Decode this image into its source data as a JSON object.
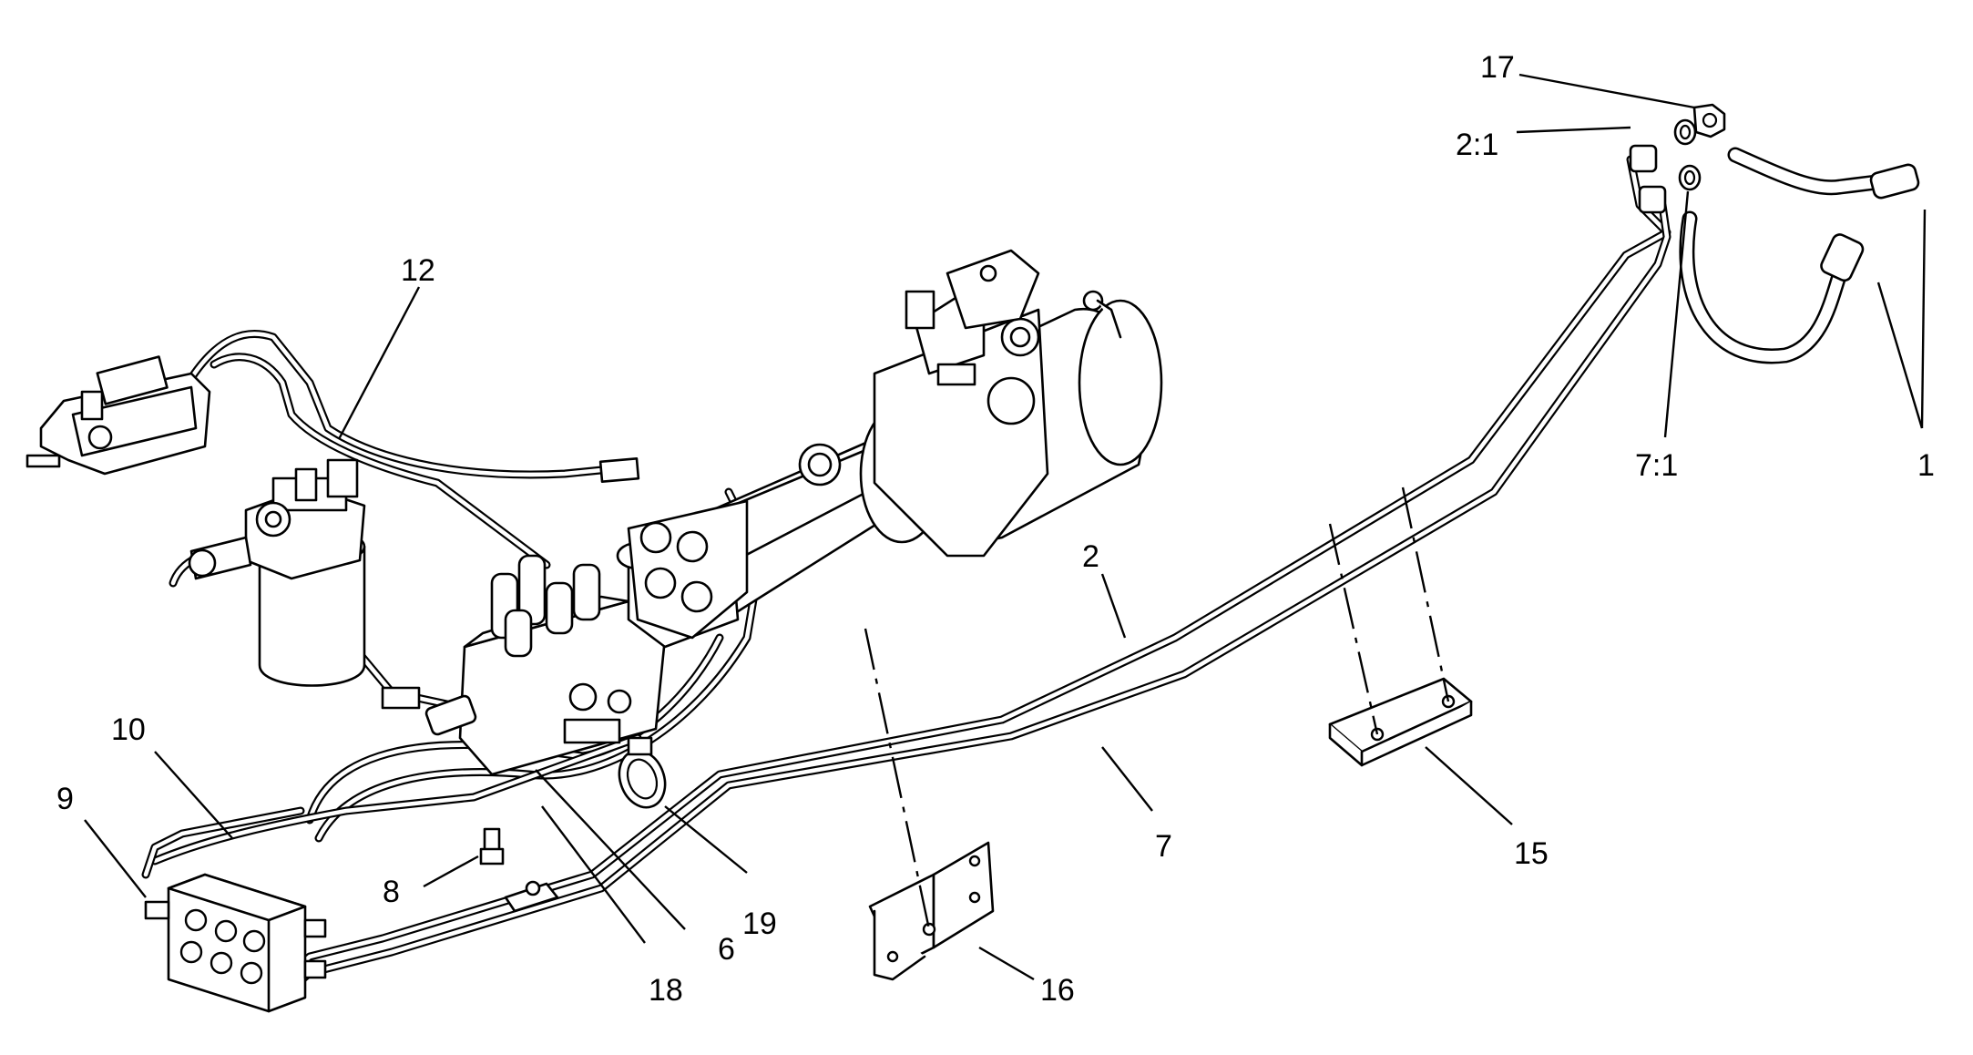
{
  "diagram": {
    "callouts": [
      {
        "id": "c17",
        "text": "17"
      },
      {
        "id": "c2-1",
        "text": "2:1"
      },
      {
        "id": "c12",
        "text": "12"
      },
      {
        "id": "c7-1",
        "text": "7:1"
      },
      {
        "id": "c1",
        "text": "1"
      },
      {
        "id": "c2",
        "text": "2"
      },
      {
        "id": "c10",
        "text": "10"
      },
      {
        "id": "c9",
        "text": "9"
      },
      {
        "id": "c7",
        "text": "7"
      },
      {
        "id": "c15",
        "text": "15"
      },
      {
        "id": "c8",
        "text": "8"
      },
      {
        "id": "c19",
        "text": "19"
      },
      {
        "id": "c6",
        "text": "6"
      },
      {
        "id": "c18",
        "text": "18"
      },
      {
        "id": "c16",
        "text": "16"
      }
    ]
  }
}
